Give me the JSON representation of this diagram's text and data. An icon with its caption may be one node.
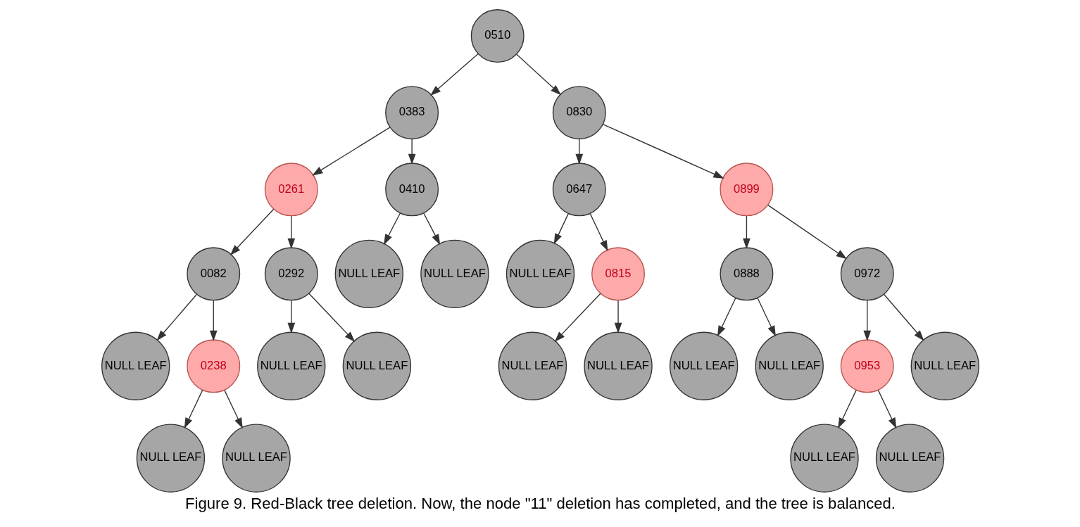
{
  "diagram": {
    "caption": "Figure 9. Red-Black tree deletion. Now, the node \"11\" deletion has completed, and the tree is balanced.",
    "nodes": [
      {
        "text": [
          "0510"
        ]
      },
      {
        "text": [
          "0383"
        ]
      },
      {
        "text": [
          "0830"
        ]
      },
      {
        "text": [
          "0261"
        ]
      },
      {
        "text": [
          "0410"
        ]
      },
      {
        "text": [
          "0647"
        ]
      },
      {
        "text": [
          "0899"
        ]
      },
      {
        "text": [
          "0082"
        ]
      },
      {
        "text": [
          "0292"
        ]
      },
      {
        "text": [
          "NULL LEAF"
        ]
      },
      {
        "text": [
          "NULL LEAF"
        ]
      },
      {
        "text": [
          "NULL LEAF"
        ]
      },
      {
        "text": [
          "0815"
        ]
      },
      {
        "text": [
          "0888"
        ]
      },
      {
        "text": [
          "0972"
        ]
      },
      {
        "text": [
          "NULL LEAF"
        ]
      },
      {
        "text": [
          "0238"
        ]
      },
      {
        "text": [
          "NULL LEAF"
        ]
      },
      {
        "text": [
          "NULL LEAF"
        ]
      },
      {
        "text": [
          "NULL LEAF"
        ]
      },
      {
        "text": [
          "NULL LEAF"
        ]
      },
      {
        "text": [
          "NULL LEAF"
        ]
      },
      {
        "text": [
          "NULL LEAF"
        ]
      },
      {
        "text": [
          "0953"
        ]
      },
      {
        "text": [
          "NULL LEAF"
        ]
      },
      {
        "text": [
          "NULL LEAF"
        ]
      },
      {
        "text": [
          "NULL LEAF"
        ]
      },
      {
        "text": [
          "NULL LEAF"
        ]
      },
      {
        "text": [
          "NULL LEAF"
        ]
      }
    ],
    "edges": [
      {
        "from": 0,
        "to": 1,
        "arrow": "to"
      },
      {
        "from": 0,
        "to": 2,
        "arrow": "to"
      },
      {
        "from": 1,
        "to": 3,
        "arrow": "to"
      },
      {
        "from": 1,
        "to": 4,
        "arrow": "to"
      },
      {
        "from": 2,
        "to": 5,
        "arrow": "to"
      },
      {
        "from": 2,
        "to": 6,
        "arrow": "to"
      },
      {
        "from": 3,
        "to": 7,
        "arrow": "to"
      },
      {
        "from": 3,
        "to": 8,
        "arrow": "to"
      },
      {
        "from": 4,
        "to": 9,
        "arrow": "to"
      },
      {
        "from": 4,
        "to": 10,
        "arrow": "to"
      },
      {
        "from": 5,
        "to": 11,
        "arrow": "to"
      },
      {
        "from": 5,
        "to": 12,
        "arrow": "to"
      },
      {
        "from": 6,
        "to": 13,
        "arrow": "to"
      },
      {
        "from": 6,
        "to": 14,
        "arrow": "to"
      },
      {
        "from": 7,
        "to": 15,
        "arrow": "to"
      },
      {
        "from": 7,
        "to": 16,
        "arrow": "to"
      },
      {
        "from": 8,
        "to": 17,
        "arrow": "to"
      },
      {
        "from": 8,
        "to": 18,
        "arrow": "to"
      },
      {
        "from": 12,
        "to": 19,
        "arrow": "to"
      },
      {
        "from": 12,
        "to": 20,
        "arrow": "to"
      },
      {
        "from": 13,
        "to": 21,
        "arrow": "to"
      },
      {
        "from": 13,
        "to": 22,
        "arrow": "to"
      },
      {
        "from": 14,
        "to": 23,
        "arrow": "to"
      },
      {
        "from": 14,
        "to": 24,
        "arrow": "to"
      },
      {
        "from": 16,
        "to": 25,
        "arrow": "to"
      },
      {
        "from": 16,
        "to": 26,
        "arrow": "to"
      },
      {
        "from": 23,
        "to": 27,
        "arrow": "to"
      },
      {
        "from": 23,
        "to": 28,
        "arrow": "to"
      }
    ]
  }
}
